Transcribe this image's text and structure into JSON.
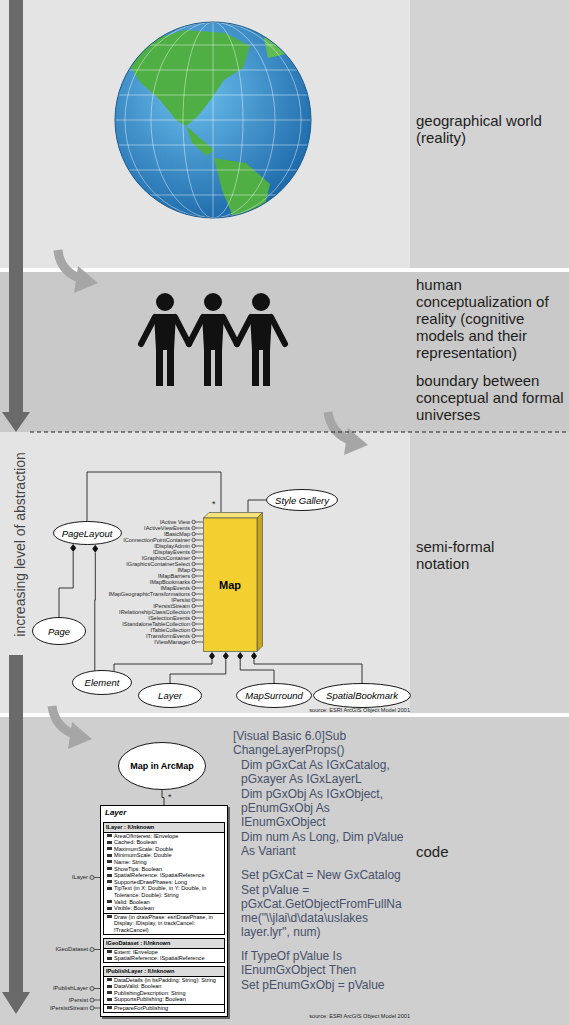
{
  "diagram": {
    "nodes": [
      {
        "text": [
          "Style Gallery"
        ]
      },
      {
        "text": [
          "PageLayout"
        ]
      },
      {
        "text": [
          "Map"
        ]
      },
      {
        "text": [
          "Page"
        ]
      },
      {
        "text": [
          "Element"
        ]
      },
      {
        "text": [
          "Layer"
        ]
      },
      {
        "text": [
          "MapSurround"
        ]
      },
      {
        "text": [
          "SpatialBookmark"
        ]
      },
      {
        "text": [
          "Map in ArcMap"
        ]
      },
      {
        "text": [
          "Layer"
        ]
      },
      {
        "text": [
          "ILayer : IUnknown",
          "AreaOfInterest: IEnvelope",
          "Cached: Boolean",
          "MaximumScale: Double",
          "MinimumScale: Double",
          "Name: String",
          "ShowTips: Boolean",
          "SpatialReference: ISpatialReference",
          "SupportedDrawPhases: Long",
          "TipText (in X: Double, in Y: Double, in Tolerance: Double): String",
          "Valid: Boolean",
          "Visible: Boolean",
          "Draw (in drawPhase: esriDrawPhase, in Display: IDisplay, in trackCancel: ITrackCancel)"
        ],
        "in": 9
      },
      {
        "text": [
          "IGeoDataset : IUnknown",
          "Extent: IEnvelope",
          "SpatialReference: ISpatialReference"
        ],
        "in": 9
      },
      {
        "text": [
          "IPublishLayer : IUnknown",
          "DataDetails (in bsPadding: String): String",
          "DataValid: Boolean",
          "PublishingDescription: String",
          "SupportsPublishing: Boolean",
          "PrepareForPublishing"
        ],
        "in": 9
      }
    ],
    "edges": [
      {
        "from": 2,
        "to": 0,
        "arrow": "none"
      },
      {
        "from": 2,
        "to": 1,
        "arrow": "none"
      },
      {
        "from": 1,
        "to": 3,
        "arrow": "none"
      },
      {
        "from": 1,
        "to": 4,
        "arrow": "none"
      },
      {
        "from": 2,
        "to": 4,
        "arrow": "none"
      },
      {
        "from": 2,
        "to": 5,
        "arrow": "none"
      },
      {
        "from": 2,
        "to": 6,
        "arrow": "none"
      },
      {
        "from": 2,
        "to": 7,
        "arrow": "none"
      },
      {
        "from": 8,
        "to": 9,
        "arrow": "none"
      }
    ],
    "labels": [
      "geographical world (reality)",
      "human conceptualization of reality (cognitive models and their representation)",
      "boundary between conceptual and formal universes",
      "increasing level of abstraction",
      "*",
      "IActive View",
      "IActiveViewEvents",
      "IBasicMap",
      "IConnectionPointContainer",
      "IDisplayAdmin",
      "IDisplayEvents",
      "IGraphicsContainer",
      "IGraphicsContainerSelect",
      "IMap",
      "IMapBarriers",
      "IMapBookmarks",
      "IMapEvents",
      "IMapGeographicTransformations",
      "IPersist",
      "IPersistStream",
      "IRelationshipClassCollection",
      "ISelectionEvents",
      "IStandaloneTableCollection",
      "ITableCollection",
      "ITransformEvents",
      "IViewManager",
      "semi-formal notation",
      "source: ESRI ArcGIS Object Model 2001",
      "*",
      "ILayer",
      "IGeoDataset",
      "IPublishLayer",
      "IPersist",
      "IPersistStream",
      "[Visual Basic 6.0]Sub ChangeLayerProps()",
      "Dim pGxCat As IGxCatalog, pGxayer As IGxLayerL",
      "Dim pGxObj As IGxObject, pEnumGxObj As IEnumGxObject",
      "Dim num As Long, Dim pValue As Variant",
      "Set pGxCat = New GxCatalog",
      "Set pValue = pGxCat.GetObjectFromFullName(\"\\\\jlai\\d\\data\\uslakes layer.lyr\", num)",
      "If TypeOf pValue Is IEnumGxObject Then",
      "Set pEnumGxObj = pValue",
      "code",
      "source: ESRI ArcGIS Object Model 2001"
    ]
  }
}
